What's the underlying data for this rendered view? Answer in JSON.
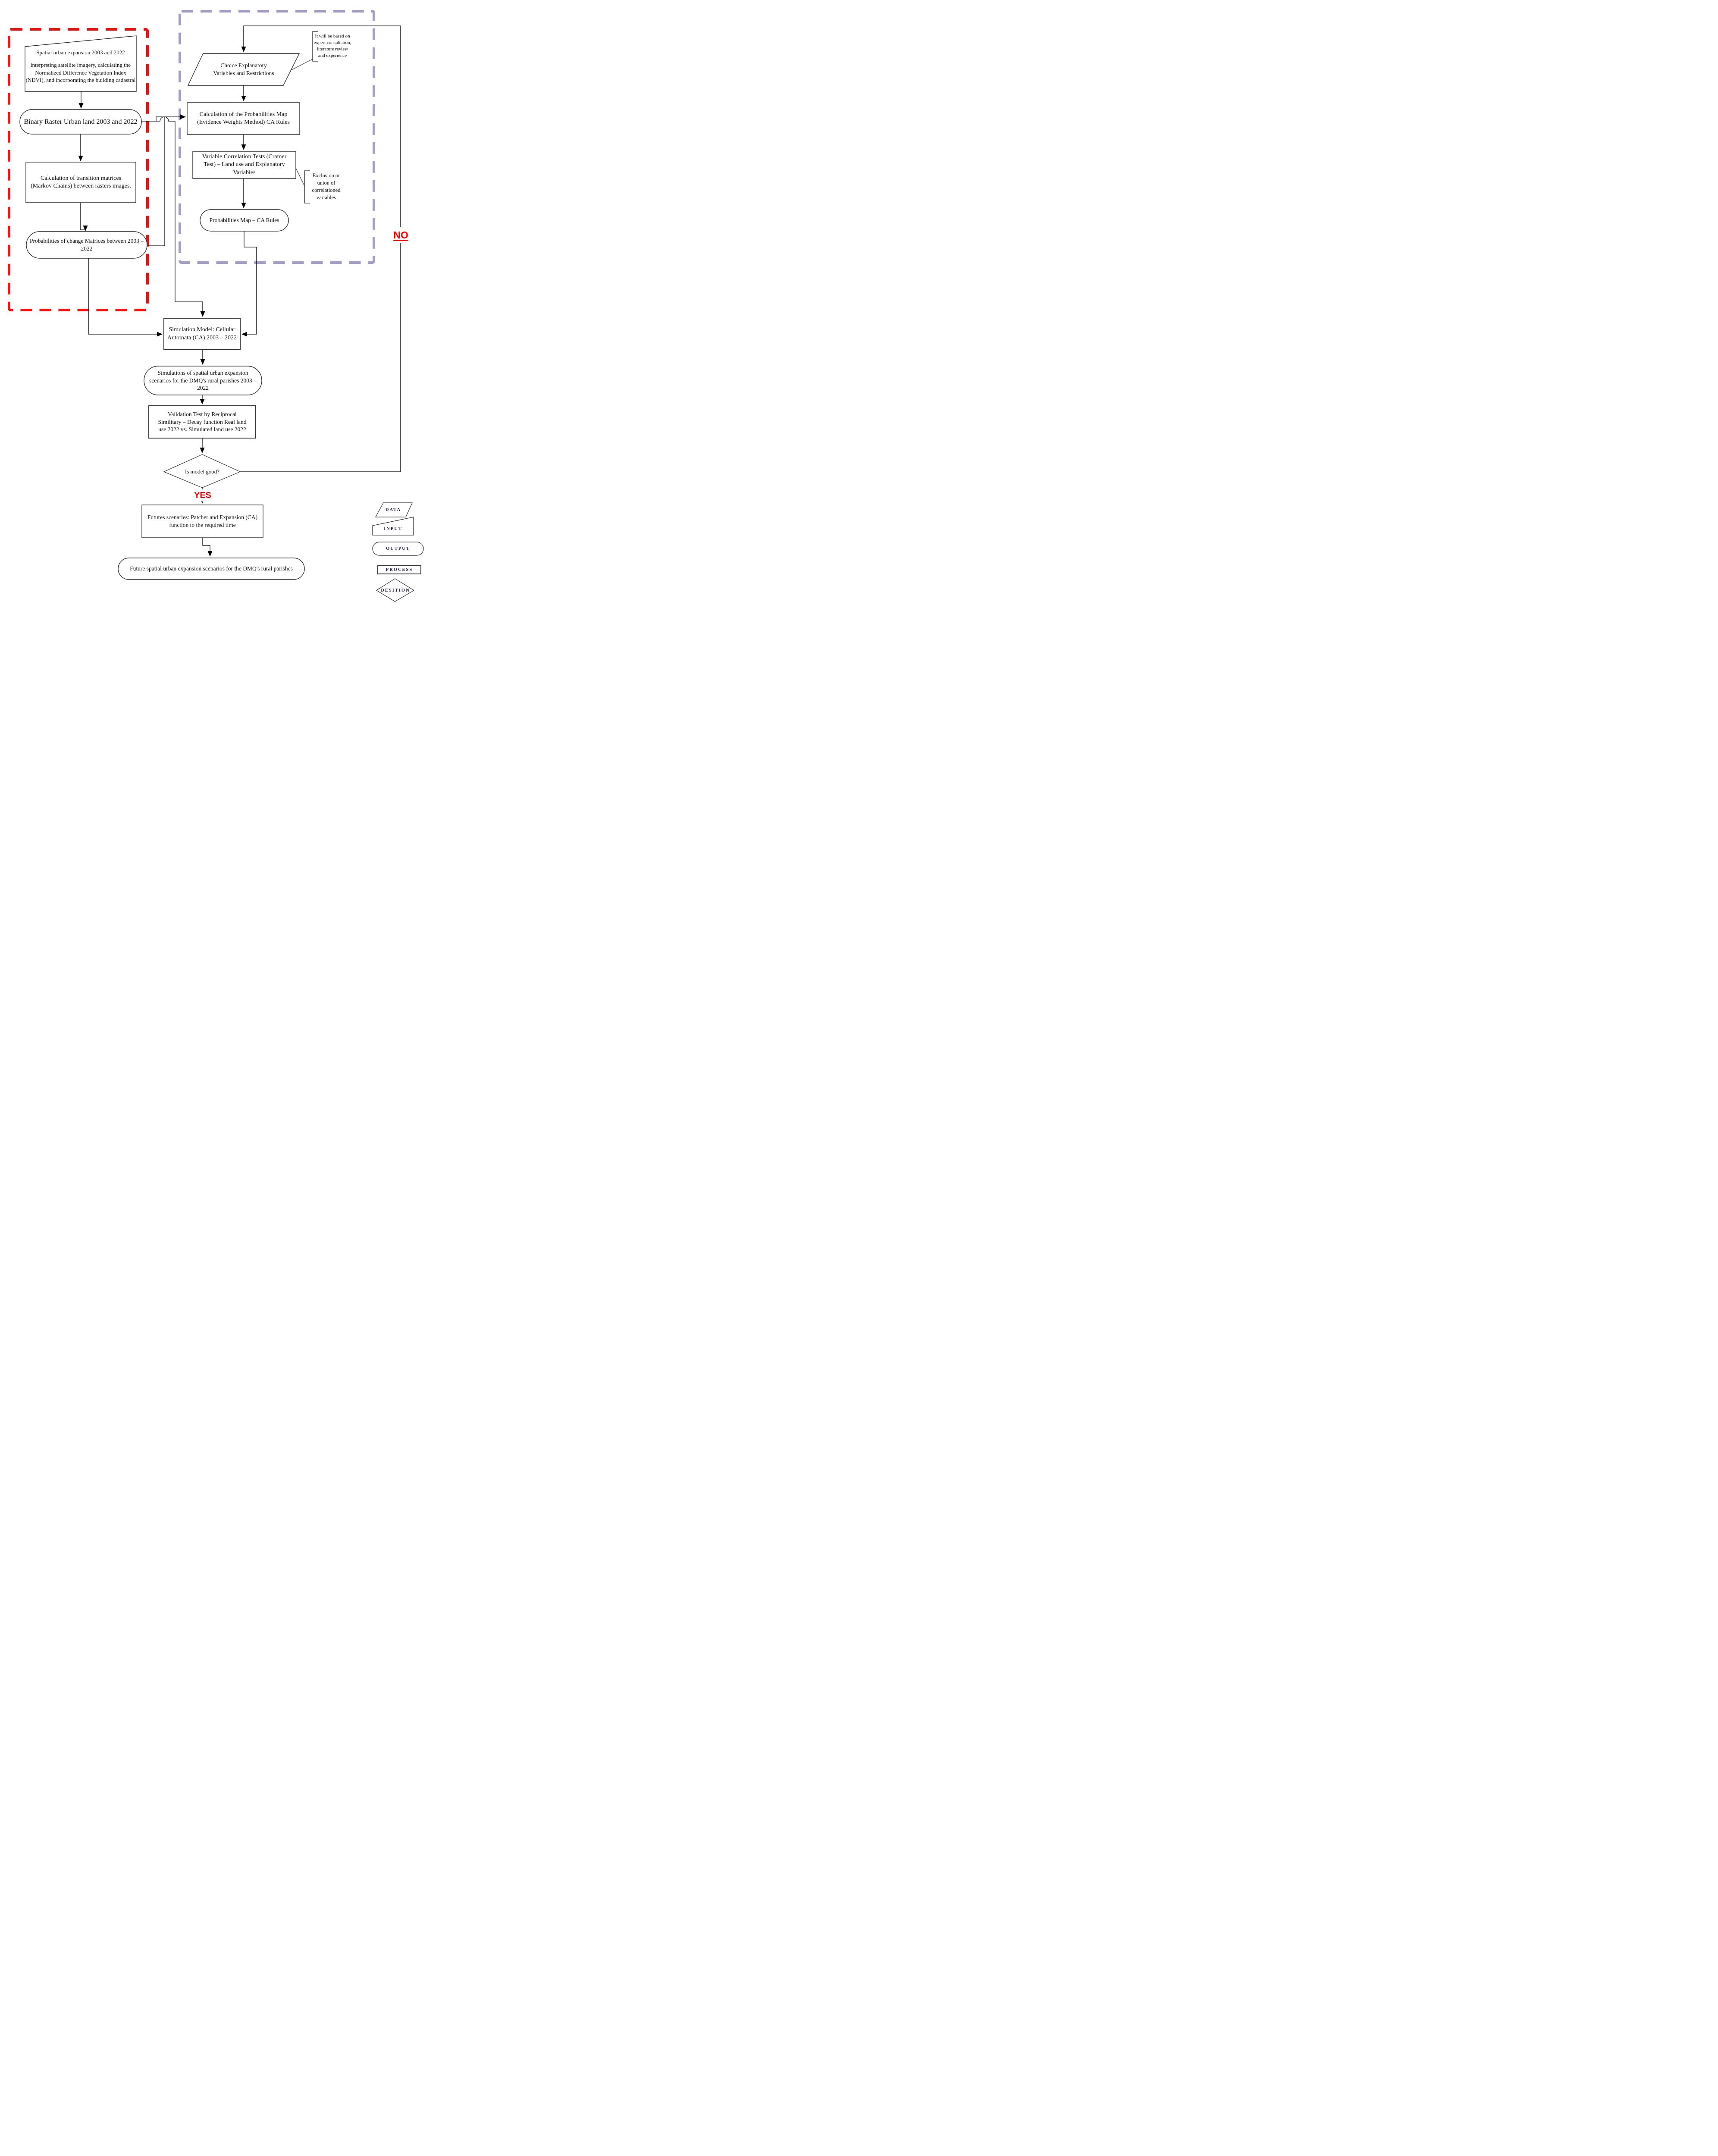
{
  "colors": {
    "frame_red": "#f01010",
    "frame_purple": "#a79bc7",
    "accent_red": "#fb0207",
    "ink": "#141414"
  },
  "nodes": {
    "input_spatial_title": "Spatial urban expansion 2003 and 2022",
    "input_spatial_body": "interpreting satellite imagery, calculating the Normalized Difference Vegetation Index (NDVI), and incorporating the building cadastral",
    "binary_raster": "Binary Raster Urban land 2003 and 2022",
    "transition_matrices": "Calculation of transition matrices (Markov Chains) between rasters images.",
    "prob_change_matrices": "Probabilities of change Matrices between 2003 – 2022",
    "choice_explanatory": "Choice Explanatory Variables and Restrictions",
    "note_expert": "It will be based on expert consultation, literature review and experience",
    "calc_probabilities_map": "Calculation of the Probabilities Map (Evidence Weights Method)  CA Rules",
    "variable_correlation": "Variable Correlation Tests (Cramer Test) – Land use and Explanatory Variables",
    "note_exclusion": "Exclusion or union of correlationed variables",
    "probabilities_map_rules": "Probabilities Map – CA Rules",
    "simulation_model": "Simulation Model: Cellular Automata  (CA) 2003 – 2022",
    "simulations_output": "Simulations of spatial urban expansion scenarios for the DMQ's rural parishes 2003 – 2022",
    "validation_test": "Validation Test by Reciprocal Similitary – Decay function Real land use 2022 vs. Simulated land use 2022",
    "decision": "Is model good?",
    "futures_scenarios": "Futures scenaries: Patcher and Expansion (CA) function to the required time",
    "future_output": "Future spatial urban expansion scenarios for the DMQ's rural parishes"
  },
  "labels": {
    "yes": "YES",
    "no": "NO"
  },
  "legend": {
    "data": "DATA",
    "input": "INPUT",
    "output": "OUTPUT",
    "process": "PROCESS",
    "decision": "DESITION"
  }
}
